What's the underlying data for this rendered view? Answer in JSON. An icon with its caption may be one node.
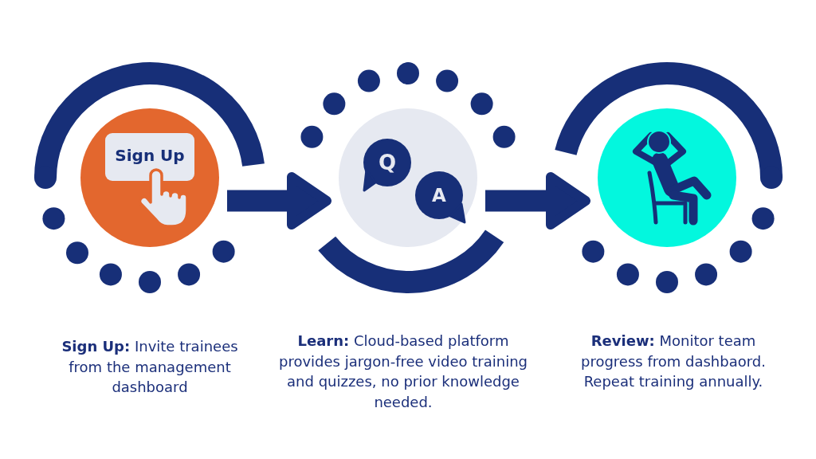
{
  "diagram": {
    "nodes": [
      {
        "text": [
          "Sign Up"
        ]
      },
      {
        "text": [
          "Q",
          "A"
        ]
      },
      {
        "text": [],
        "shape": "circle"
      }
    ],
    "edges": [
      {
        "from": 0,
        "to": 1,
        "arrow": "to"
      },
      {
        "from": 1,
        "to": 2,
        "arrow": "to"
      }
    ],
    "labels": [
      "**Sign Up:** Invite trainees from the management dashboard",
      "**Learn:** Cloud-based platform provides jargon-free video training and quizzes, no prior knowledge needed.",
      "**Review:** Monitor team progress from dashbaord. Repeat training annually."
    ]
  }
}
